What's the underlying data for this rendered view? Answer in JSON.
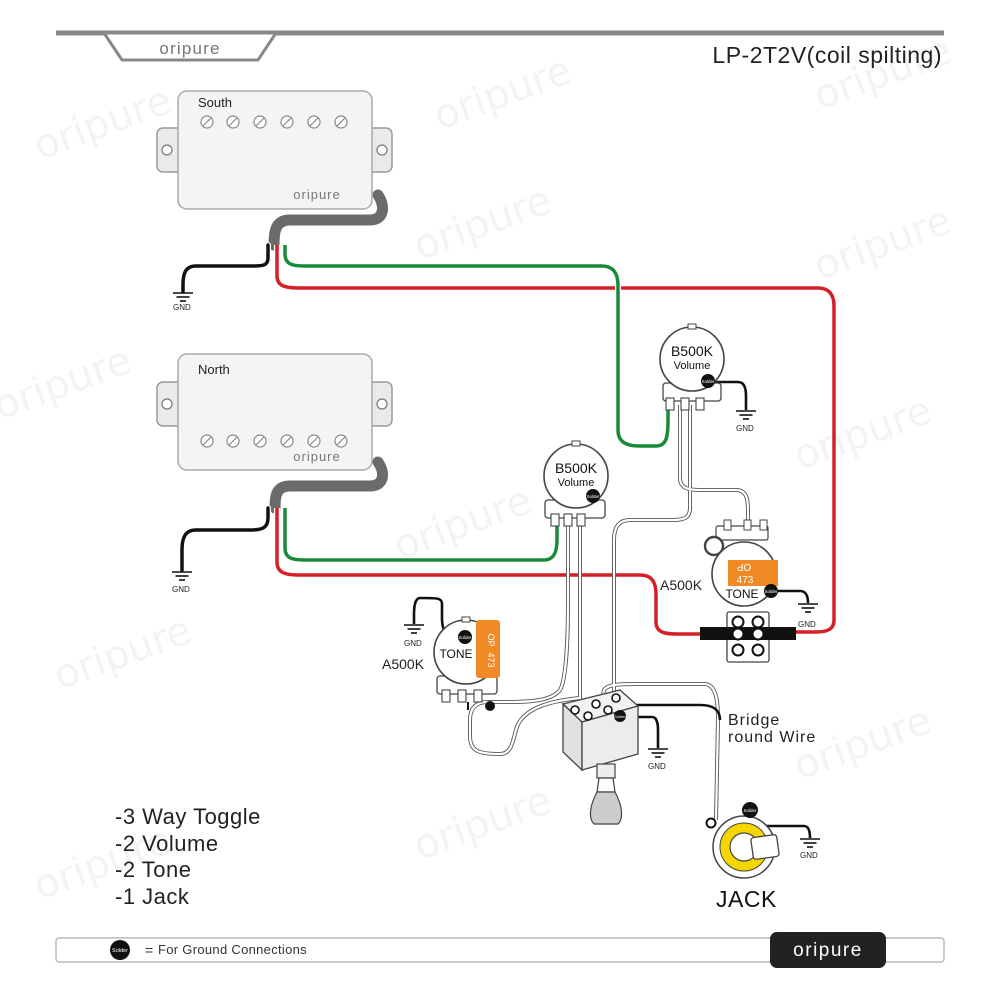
{
  "header": {
    "brand": "oripure",
    "title": "LP-2T2V(coil spilting)"
  },
  "pickups": {
    "south": {
      "label": "South",
      "brand": "oripure"
    },
    "north": {
      "label": "North",
      "brand": "oripure"
    }
  },
  "pots": {
    "volume_right": {
      "title": "B500K",
      "subtitle": "Volume"
    },
    "volume_left": {
      "title": "B500K",
      "subtitle": "Volume"
    },
    "tone_right": {
      "label": "TONE",
      "value": "A500K"
    },
    "tone_left": {
      "label": "TONE",
      "value": "A500K"
    }
  },
  "capacitors": {
    "right": {
      "brand": "OP",
      "code": "473"
    },
    "left": {
      "brand": "OP",
      "code": "473"
    }
  },
  "ground_label": "GND",
  "solder_label": "Solder",
  "bridge_label": {
    "line1": "Bridge",
    "line2": "round Wire"
  },
  "jack_label": "JACK",
  "components": [
    "-3 Way Toggle",
    "-2 Volume",
    "-2 Tone",
    "-1 Jack"
  ],
  "footer": {
    "legend_symbol": "=",
    "legend_text": "For Ground Connections",
    "brand": "oripure"
  },
  "colors": {
    "hot_green": "#1a8a3a",
    "hot_red": "#d42027",
    "ground_black": "#111111",
    "wire_white": "#ffffff",
    "capacitor_orange": "#f08a24",
    "cable_gray": "#6b6b6b"
  }
}
